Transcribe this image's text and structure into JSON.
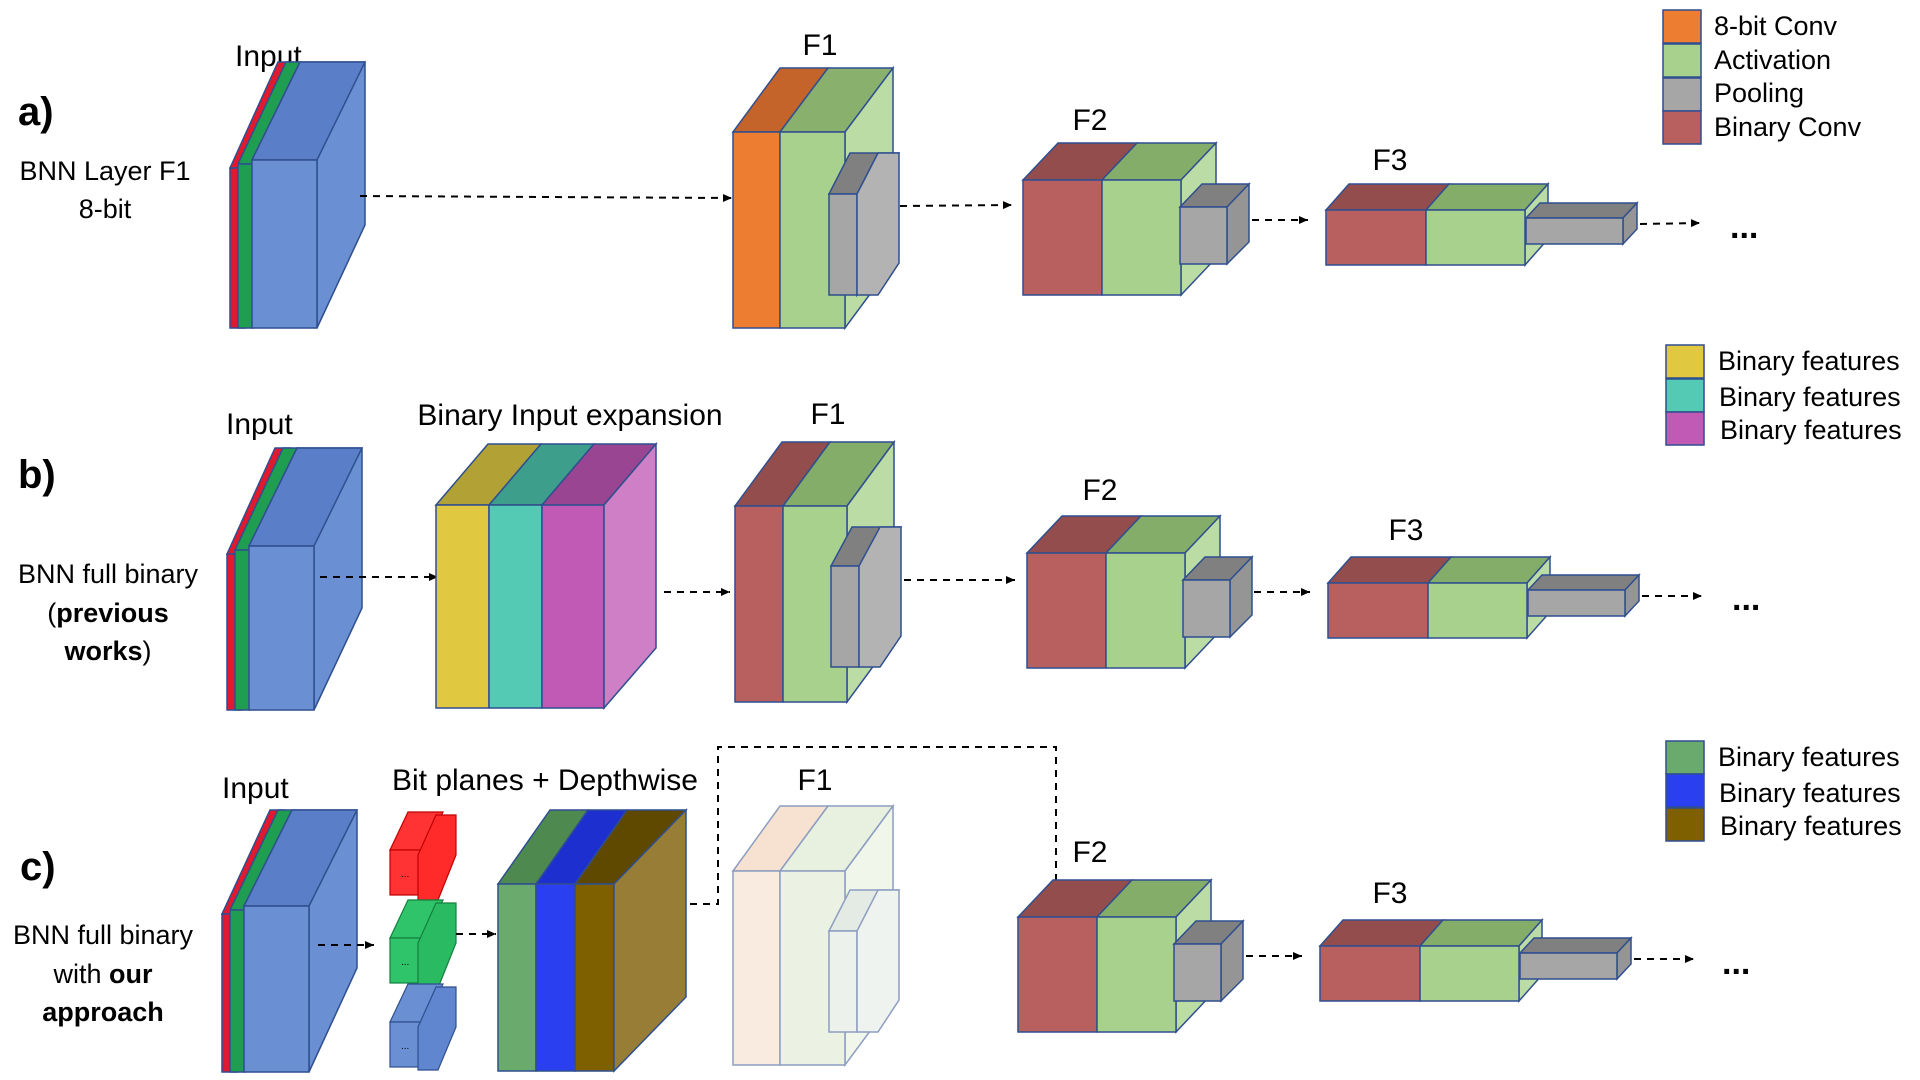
{
  "colors": {
    "input_blue": "#6a8fd2",
    "red": "#e0192f",
    "green": "#1f9e52",
    "conv8": "#ed7d31",
    "activation": "#a9d18e",
    "pooling": "#a6a6a6",
    "binary_conv": "#b86060",
    "bf_yellow": "#e0c840",
    "bf_teal": "#54c9b4",
    "bf_purple": "#c05ab4",
    "bf_green": "#6aaa6c",
    "bf_blue": "#2a3ff0",
    "bf_brown": "#7f6000",
    "outline": "#2f4f8f"
  },
  "legend_top": [
    {
      "label": "8-bit Conv",
      "color": "#ed7d31"
    },
    {
      "label": "Activation",
      "color": "#a9d18e"
    },
    {
      "label": "Pooling",
      "color": "#a6a6a6"
    },
    {
      "label": "Binary Conv",
      "color": "#b86060"
    }
  ],
  "legend_mid": [
    {
      "label": "Binary features",
      "color": "#e0c840"
    },
    {
      "label": "Binary features",
      "color": "#54c9b4"
    },
    {
      "label": "Binary features",
      "color": "#c05ab4"
    }
  ],
  "legend_bot": [
    {
      "label": "Binary features",
      "color": "#6aaa6c"
    },
    {
      "label": "Binary features",
      "color": "#2a3ff0"
    },
    {
      "label": "Binary features",
      "color": "#7f6000"
    }
  ],
  "row_a": {
    "letter": "a)",
    "side_line1": "BNN Layer F1",
    "side_line2": "8-bit",
    "input": "Input",
    "f1": "F1",
    "f2": "F2",
    "f3": "F3",
    "ellipsis": "..."
  },
  "row_b": {
    "letter": "b)",
    "side_line1": "BNN full binary",
    "side_open": "(",
    "side_bold1": "previous",
    "side_bold2": "works",
    "side_close": ")",
    "input": "Input",
    "expansion": "Binary Input expansion",
    "f1": "F1",
    "f2": "F2",
    "f3": "F3",
    "ellipsis": "..."
  },
  "row_c": {
    "letter": "c)",
    "side_line1": "BNN full binary",
    "side_line2_plain": "with ",
    "side_line2_bold": "our",
    "side_line3_bold": "approach",
    "input": "Input",
    "bitplanes": "Bit planes + Depthwise",
    "f1": "F1",
    "f2": "F2",
    "f3": "F3",
    "ellipsis": "...",
    "plane_dots": "..."
  }
}
